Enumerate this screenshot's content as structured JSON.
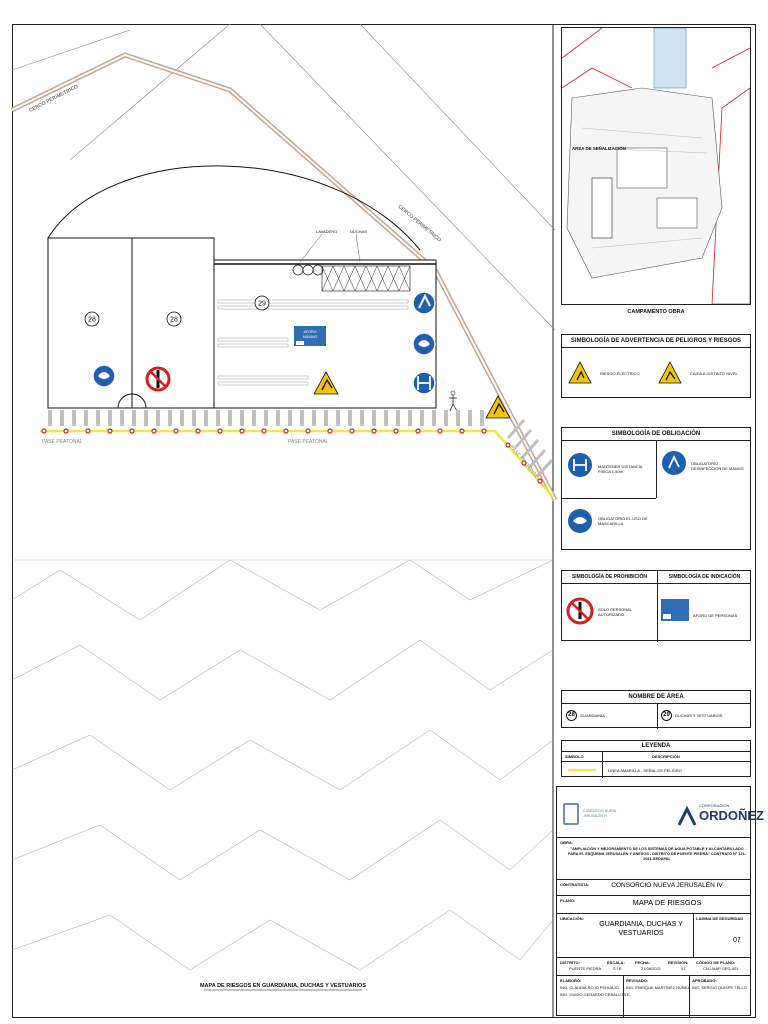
{
  "plan": {
    "perimeter_label_1": "CERCO PERIMETRICO",
    "perimeter_label_2": "CERCO PERIMETRICO",
    "walkway_labels": [
      "PASE PEATONAL",
      "PASE PEATONAL",
      "PASE PEATONAL"
    ],
    "area_numbers": [
      "28",
      "28",
      "29"
    ],
    "label_lavabo": "LAVADERO",
    "label_trabajadores": "DUCHAS",
    "info_sign_line1": "AFORO",
    "info_sign_line2": "MÁXIMO",
    "drawing_title": "MAPA DE RIESGOS EN GUARDIANIA, DUCHAS Y VESTUARIOS"
  },
  "sidebar": {
    "site_title": "CAMPAMENTO OBRA",
    "site_label": "AREA DE SEÑALIZACIÓN",
    "warning": {
      "title": "SIMBOLOGÍA DE ADVERTENCIA DE PELIGROS Y RIESGOS",
      "items": [
        "RIESGO ELECTRICO",
        "CAIDA A DISTINTO NIVEL"
      ]
    },
    "obligation": {
      "title": "SIMBOLOGÍA DE OBLIGACIÓN",
      "items": [
        "MANTENER DISTANCIA FÍSICA 1.50m",
        "OBLIGATORIO DESINFECCIÓN DE MANOS",
        "OBLIGATORIO EL USO DE MASCARILLA"
      ]
    },
    "prohibition": {
      "title": "SIMBOLOGÍA DE PROHIBICIÓN",
      "items": [
        "SOLO PERSONAL AUTORIZADO"
      ]
    },
    "indication": {
      "title": "SIMBOLOGÍA DE INDICACIÓN",
      "items": [
        "AFORO DE PERSONAS"
      ]
    },
    "area_names": {
      "title": "NOMBRE DE ÁREA",
      "items": [
        {
          "num": "28",
          "name": "GUARDIANIA"
        },
        {
          "num": "29",
          "name": "DUCHAS Y VESTUARIOS"
        }
      ]
    },
    "legend": {
      "title": "LEYENDA",
      "col_symbol": "SIMBOLO",
      "col_desc": "DESCRIPCIÓN",
      "row_desc": "LINEA AMARILLA - SEÑAL DE PELIGRO"
    },
    "titleblock": {
      "consortium_logo": "CONSORCIO NUEVA JERUSALÉN IV",
      "corp_small": "CORPORACIÓN",
      "corp_name": "ORDOÑEZ",
      "obra_label": "OBRA:",
      "project": "\"AMPLIACIÓN Y MEJORAMIENTO DE LOS SISTEMAS DE AGUA POTABLE Y ALCANTARILLADO PARA EL ESQUEMA JERUSALÉN Y ANEXOS - DISTRITO DE PUENTE PIEDRA\" CONTRATO N° 121-2021-SEDAPAL",
      "contratista_label": "CONTRATISTA:",
      "contratista": "CONSORCIO NUEVA JERUSALÉN IV",
      "plano_label": "PLANO:",
      "plano": "MAPA DE RIESGOS",
      "ubicacion_label": "UBICACIÓN:",
      "ubicacion": "GUARDIANIA, DUCHAS Y VESTUARIOS",
      "lamina_label": "LAMINA DE SEGURIDAD",
      "lamina": "07",
      "distrito_label": "DISTRITO:",
      "distrito": "PUENTE PIEDRA",
      "escala_label": "ESCALA:",
      "escala": "S / E",
      "fecha_label": "FECHA:",
      "fecha": "27/06/2021",
      "revision_label": "REVISIÓN:",
      "revision": "01",
      "codigo_label": "CÓDIGO DE PLANO:",
      "codigo": "CNJ-MAP-SEG-001",
      "elab_label": "ELABORÓ:",
      "elab1": "ING. CLAUDIA ROJO PEHUAJÓ",
      "elab2": "ING. GUIDO GERARDO CEBALLOS E.",
      "rev_label": "REVISADO:",
      "rev1": "ING. ENRIQUE MARTÍNEZ NÚÑEZ",
      "apr_label": "APROBADO:",
      "apr1": "ING. SERGIO QUISPE TELLO"
    }
  },
  "colors": {
    "safety_blue": "#1f5fb0",
    "danger_red": "#d81f1f",
    "warning_yellow": "#f5c400",
    "perimeter_brown": "#c9a48c",
    "walkway_yellow": "#f1ea3a"
  }
}
